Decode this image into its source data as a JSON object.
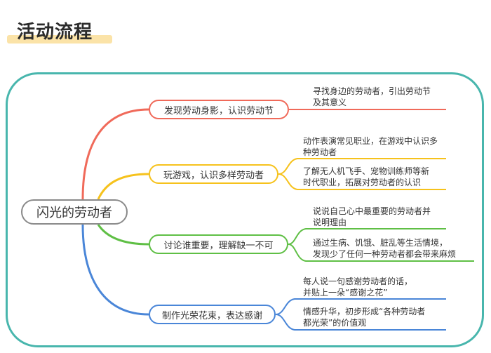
{
  "title": "活动流程",
  "root": "闪光的劳动者",
  "colors": {
    "frame": "#48b6ad",
    "title_highlight": "#fbe3a8",
    "branch1": "#f06a5a",
    "branch2": "#f6c21c",
    "branch3": "#5fbf45",
    "branch4": "#4a86d8"
  },
  "branches": [
    {
      "label": "发现劳动身影，认识劳动节",
      "details": [
        "寻找身边的劳动者，引出劳动节\n及其意义"
      ]
    },
    {
      "label": "玩游戏，认识多样劳动者",
      "details": [
        "动作表演常见职业，在游戏中认识多\n种劳动者",
        "了解无人机飞手、宠物训练师等新\n时代职业，拓展对劳动者的认识"
      ]
    },
    {
      "label": "讨论谁重要，理解缺一不可",
      "details": [
        "说说自己心中最重要的劳动者并\n说明理由",
        "通过生病、饥饿、脏乱等生活情境，\n发现少了任何一种劳动者都会带来麻烦"
      ]
    },
    {
      "label": "制作光荣花束，表达感谢",
      "details": [
        "每人说一句感谢劳动者的话，\n并贴上一朵“感谢之花”",
        "情感升华，初步形成“各种劳动者\n都光荣”的价值观"
      ]
    }
  ]
}
